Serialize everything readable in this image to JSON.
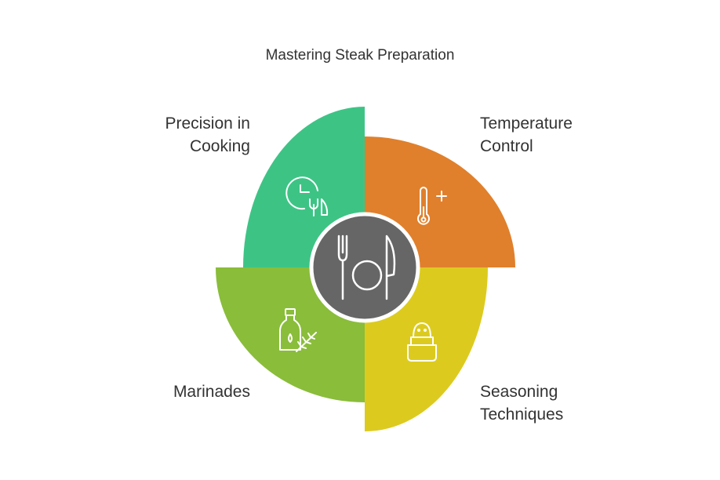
{
  "title": "Mastering Steak Preparation",
  "quadrants": [
    {
      "position": "top-left",
      "label_lines": [
        "Precision in",
        "Cooking"
      ],
      "color": "#3dc485",
      "icon": "timer-utensils-icon"
    },
    {
      "position": "top-right",
      "label_lines": [
        "Temperature",
        "Control"
      ],
      "color": "#e0802c",
      "icon": "thermometer-plus-icon"
    },
    {
      "position": "bottom-left",
      "label_lines": [
        "Marinades"
      ],
      "color": "#8abd3a",
      "icon": "oil-bottle-herb-icon"
    },
    {
      "position": "bottom-right",
      "label_lines": [
        "Seasoning",
        "Techniques"
      ],
      "color": "#dccb1e",
      "icon": "salt-shaker-icon"
    }
  ],
  "center": {
    "color": "#666666",
    "icon": "fork-plate-knife-icon"
  }
}
